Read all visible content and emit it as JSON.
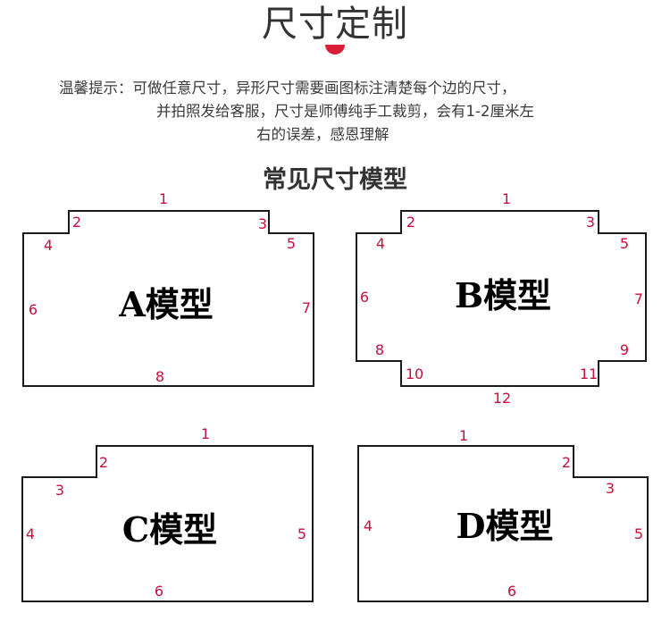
{
  "page": {
    "title": "尺寸定制",
    "notice": {
      "line1": "温馨提示：可做任意尺寸，异形尺寸需要画图标注清楚每个边的尺寸，",
      "line2": "并拍照发给客服，尺寸是师傅纯手工裁剪，会有1-2厘米左",
      "line3": "右的误差，感恩理解"
    },
    "subtitle": "常见尺寸模型",
    "accent_color": "#d81e35",
    "number_color": "#c8103c"
  },
  "models": [
    {
      "id": "A",
      "label": "A模型",
      "edges": [
        "1",
        "2",
        "3",
        "4",
        "5",
        "6",
        "7",
        "8"
      ]
    },
    {
      "id": "B",
      "label": "B模型",
      "edges": [
        "1",
        "2",
        "3",
        "4",
        "5",
        "6",
        "7",
        "8",
        "9",
        "10",
        "11",
        "12"
      ]
    },
    {
      "id": "C",
      "label": "C模型",
      "edges": [
        "1",
        "2",
        "3",
        "4",
        "5",
        "6"
      ]
    },
    {
      "id": "D",
      "label": "D模型",
      "edges": [
        "1",
        "2",
        "3",
        "4",
        "5",
        "6"
      ]
    }
  ]
}
